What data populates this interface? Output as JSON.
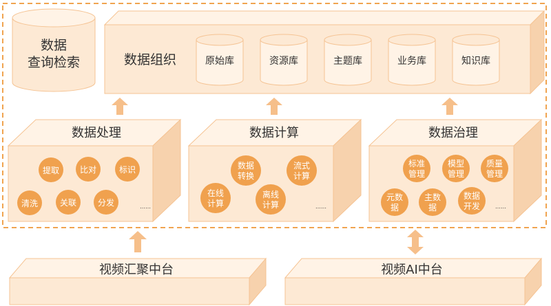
{
  "colors": {
    "face": "#fde9d4",
    "side": "#f7d2ad",
    "top": "#fff3e6",
    "edge": "#f5c393",
    "dashed": "#f0a450",
    "arrow": "#f6bf8a",
    "circle": "#f0a14e",
    "text": "#333333"
  },
  "search": {
    "line1": "数据",
    "line2": "查询检索"
  },
  "org": {
    "title": "数据组织",
    "stores": [
      "原始库",
      "资源库",
      "主题库",
      "业务库",
      "知识库"
    ]
  },
  "processing": {
    "title": "数据处理",
    "bubbles": [
      "提取",
      "比对",
      "标识",
      "清洗",
      "关联",
      "分发"
    ],
    "more": "……"
  },
  "computing": {
    "title": "数据计算",
    "bubbles": [
      {
        "l1": "数据",
        "l2": "转换"
      },
      {
        "l1": "流式",
        "l2": "计算"
      },
      {
        "l1": "在线",
        "l2": "计算"
      },
      {
        "l1": "离线",
        "l2": "计算"
      }
    ],
    "more": "……"
  },
  "governance": {
    "title": "数据治理",
    "bubbles": [
      {
        "l1": "标准",
        "l2": "管理"
      },
      {
        "l1": "模型",
        "l2": "管理"
      },
      {
        "l1": "质量",
        "l2": "管理"
      },
      {
        "l1": "元数",
        "l2": "据"
      },
      {
        "l1": "主数",
        "l2": "据"
      },
      {
        "l1": "数据",
        "l2": "开发"
      }
    ],
    "more": "……"
  },
  "bottom": {
    "left": "视频汇聚中台",
    "right": "视频AI中台"
  }
}
